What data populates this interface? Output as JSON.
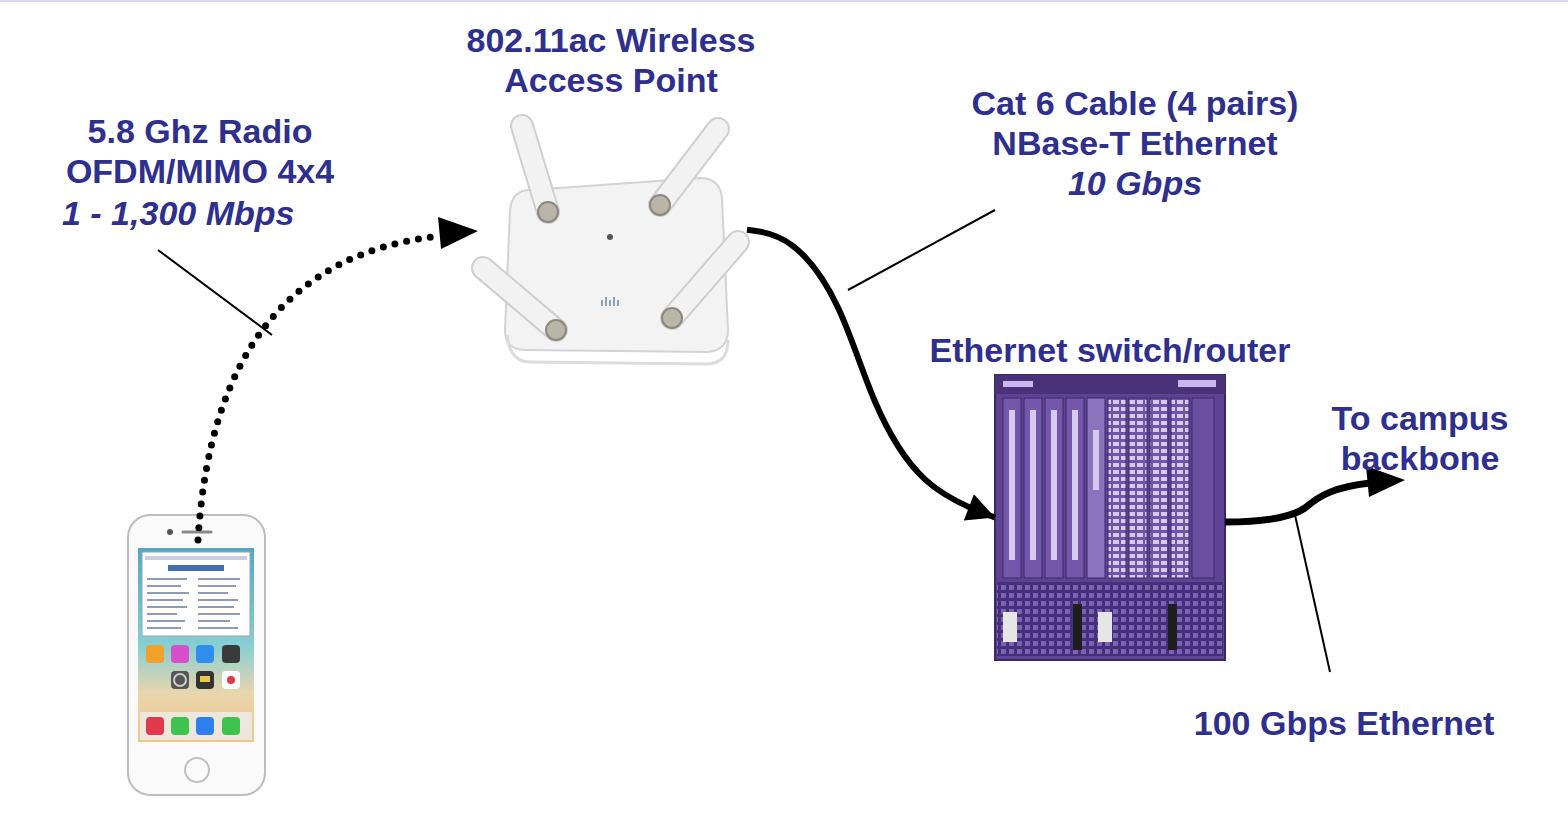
{
  "diagram": {
    "nodes": [
      {
        "text": [
          "802.11ac Wireless Access Point"
        ]
      },
      {
        "text": [
          "Ethernet switch/router"
        ]
      }
    ],
    "edges": [
      {
        "from": 0,
        "to": 1,
        "arrow": "to"
      }
    ],
    "labels": [
      "5.8 Ghz Radio OFDM/MIMO 4x4",
      "1 - 1,300 Mbps",
      "Cat 6 Cable (4 pairs) NBase-T Ethernet",
      "10 Gbps",
      "To campus backbone",
      "100 Gbps Ethernet"
    ]
  }
}
